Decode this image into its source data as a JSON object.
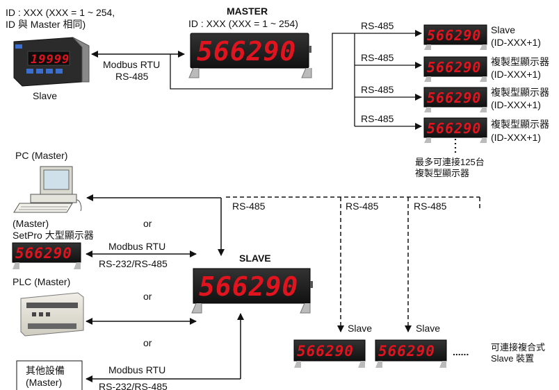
{
  "master": {
    "title": "MASTER",
    "id_line": "ID : XXX (XXX = 1 ~ 254)",
    "display_value": "566290"
  },
  "top_slave_meter": {
    "id_line1": "ID : XXX (XXX = 1 ~ 254,",
    "id_line2": "ID 與 Master 相同)",
    "caption": "Slave",
    "display_value": "19999"
  },
  "top_link": {
    "line1": "Modbus RTU",
    "line2": "RS-485"
  },
  "chain": {
    "links": [
      "RS-485",
      "RS-485",
      "RS-485",
      "RS-485"
    ],
    "displays": [
      {
        "title": "Slave",
        "sub": "(ID-XXX+1)"
      },
      {
        "title": "複製型顯示器",
        "sub": "(ID-XXX+1)"
      },
      {
        "title": "複製型顯示器",
        "sub": "(ID-XXX+1)"
      },
      {
        "title": "複製型顯示器",
        "sub": "(ID-XXX+1)"
      }
    ],
    "note_line1": "最多可連接125台",
    "note_line2": "複製型顯示器",
    "display_value": "566290"
  },
  "bottom": {
    "slave_title": "SLAVE",
    "slave_display_value": "566290",
    "pc_label": "PC (Master)",
    "or": "or",
    "setpro_line1": "(Master)",
    "setpro_line2": "SetPro 大型顯示器",
    "setpro_display_value": "566290",
    "setpro_link1": "Modbus RTU",
    "setpro_link2": "RS-232/RS-485",
    "plc_label": "PLC (Master)",
    "other_line1": "其他設備",
    "other_line2": "(Master)",
    "other_link1": "Modbus RTU",
    "other_link2": "RS-232/RS-485",
    "rs485_links": [
      "RS-485",
      "RS-485",
      "RS-485"
    ],
    "slave_labels": [
      "Slave",
      "Slave"
    ],
    "slave_display_values": [
      "566290",
      "566290"
    ],
    "dots": "......",
    "more_line1": "可連接複合式",
    "more_line2": "Slave 裝置"
  },
  "colors": {
    "display_red": "#e0141e",
    "panel_dark": "#1a1a1a"
  }
}
